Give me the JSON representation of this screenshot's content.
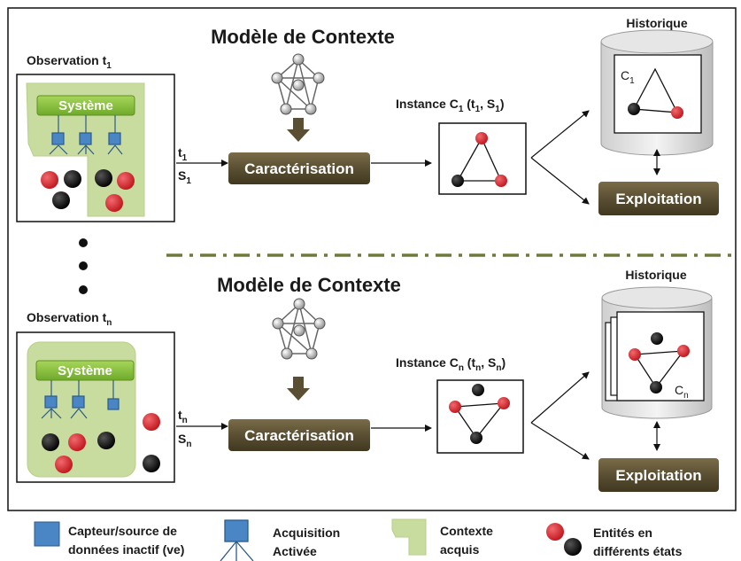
{
  "colors": {
    "accent_dark": "#5a4f33",
    "context_green": "#c9dca0",
    "system_green": "#8cc63e",
    "sensor_blue": "#4a86c6",
    "entity_red": "#d42e34",
    "entity_black": "#111111",
    "divider": "#6f7a3a"
  },
  "top": {
    "model_title": "Modèle de Contexte",
    "observation_label": "Observation t",
    "observation_sub": "1",
    "system_label": "Système",
    "time_label": "t",
    "time_sub": "1",
    "state_label": "S",
    "state_sub": "1",
    "characterisation_label": "Caractérisation",
    "instance_label": "Instance C",
    "instance_sub": "1",
    "instance_args_open": " (t",
    "instance_args_sub1": "1",
    "instance_args_mid": ", S",
    "instance_args_sub2": "1",
    "instance_args_close": ")",
    "history_label": "Historique",
    "history_item": "C",
    "history_item_sub": "1",
    "exploitation_label": "Exploitation"
  },
  "bottom": {
    "model_title": "Modèle de Contexte",
    "observation_label": "Observation t",
    "observation_sub": "n",
    "system_label": "Système",
    "time_label": "t",
    "time_sub": "n",
    "state_label": "S",
    "state_sub": "n",
    "characterisation_label": "Caractérisation",
    "instance_label": "Instance C",
    "instance_sub": "n",
    "instance_args_open": " (t",
    "instance_args_sub1": "n",
    "instance_args_mid": ", S",
    "instance_args_sub2": "n",
    "instance_args_close": ")",
    "history_label": "Historique",
    "history_item": "C",
    "history_item_sub": "n",
    "exploitation_label": "Exploitation"
  },
  "legend": {
    "sensor_line1": "Capteur/source de",
    "sensor_line2": "données inactif (ve)",
    "acquisition_line1": "Acquisition",
    "acquisition_line2": "Activée",
    "context_line1": "Contexte",
    "context_line2": "acquis",
    "entities_line1": "Entités en",
    "entities_line2": "différents états"
  }
}
